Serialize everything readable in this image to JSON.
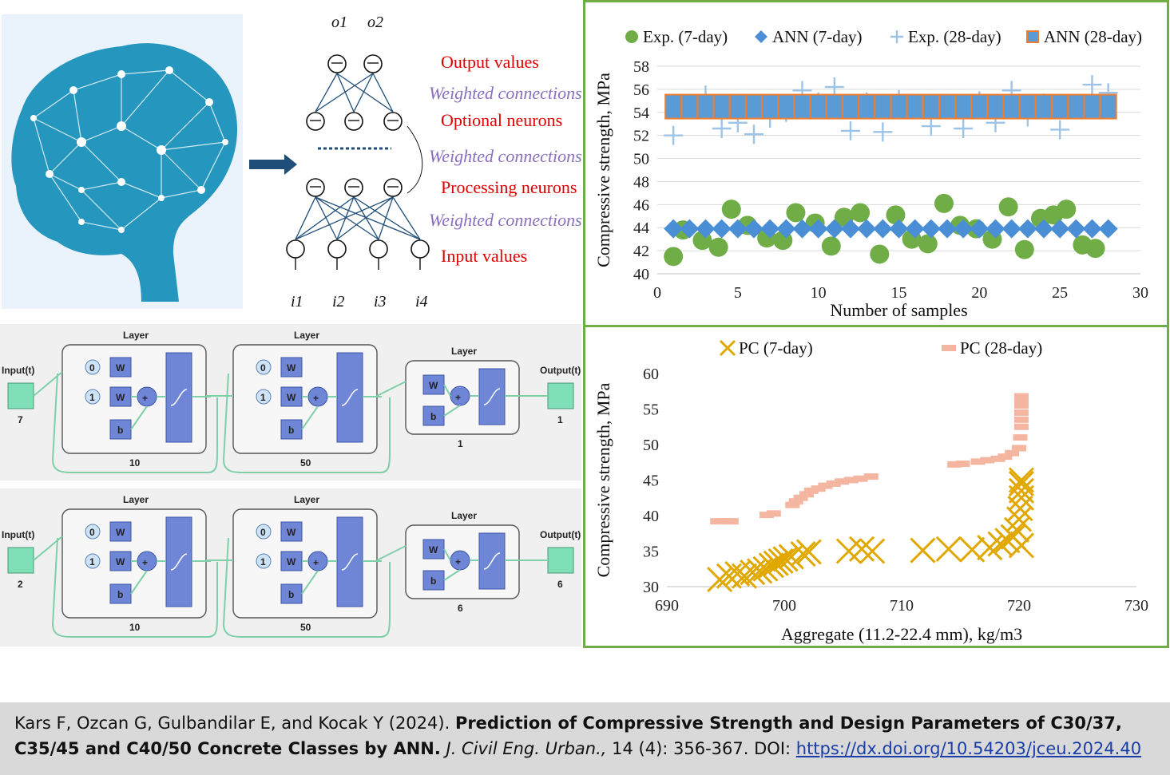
{
  "nn_diagram": {
    "output_labels": [
      "o1",
      "o2"
    ],
    "input_labels": [
      "i1",
      "i2",
      "i3",
      "i4"
    ],
    "annotations": [
      {
        "text": "Output values",
        "style": "red"
      },
      {
        "text": "Weighted connections",
        "style": "purple"
      },
      {
        "text": "Optional neurons",
        "style": "red"
      },
      {
        "text": "Weighted connections",
        "style": "purple"
      },
      {
        "text": "Processing neurons",
        "style": "red"
      },
      {
        "text": "Weighted connections",
        "style": "purple"
      },
      {
        "text": "Input values",
        "style": "red"
      }
    ]
  },
  "matlab_networks": [
    {
      "input_label": "Input(t)",
      "input_count": "7",
      "output_label": "Output(t)",
      "output_count": "1",
      "layers": [
        {
          "title": "Layer",
          "size": "10"
        },
        {
          "title": "Layer",
          "size": "50"
        },
        {
          "title": "Layer",
          "size": "1"
        }
      ],
      "block_labels": {
        "w": "W",
        "b": "b",
        "d0": "0",
        "d1": "1",
        "plus": "+"
      }
    },
    {
      "input_label": "Input(t)",
      "input_count": "2",
      "output_label": "Output(t)",
      "output_count": "6",
      "layers": [
        {
          "title": "Layer",
          "size": "10"
        },
        {
          "title": "Layer",
          "size": "50"
        },
        {
          "title": "Layer",
          "size": "6"
        }
      ],
      "block_labels": {
        "w": "W",
        "b": "b",
        "d0": "0",
        "d1": "1",
        "plus": "+"
      }
    }
  ],
  "chart_data": [
    {
      "type": "scatter",
      "xlabel": "Number of samples",
      "ylabel": "Compressive strength, MPa",
      "xlim": [
        0,
        30
      ],
      "ylim": [
        40,
        58
      ],
      "xticks": [
        "0",
        "5",
        "10",
        "15",
        "20",
        "25",
        "30"
      ],
      "yticks": [
        "40",
        "42",
        "44",
        "46",
        "48",
        "50",
        "52",
        "54",
        "56",
        "58"
      ],
      "grid": "horizontal",
      "legend_position": "top",
      "series": [
        {
          "name": "Exp. (7-day)",
          "marker": "circle",
          "color": "#70ad47",
          "x": [
            1,
            1.6,
            2.8,
            3.8,
            4.6,
            5.6,
            6.8,
            7.8,
            8.6,
            9.8,
            10.8,
            11.6,
            12.6,
            13.8,
            14.8,
            15.8,
            16.8,
            17.8,
            18.8,
            19.8,
            20.8,
            21.8,
            22.8,
            23.8,
            24.6,
            25.4,
            26.4,
            27.2
          ],
          "y": [
            41.5,
            43.8,
            42.9,
            42.3,
            45.6,
            44.2,
            43.1,
            42.9,
            45.3,
            44.4,
            42.4,
            44.9,
            45.3,
            41.7,
            45.1,
            43.0,
            42.6,
            46.1,
            44.2,
            43.9,
            43.0,
            45.8,
            42.1,
            44.8,
            45.1,
            45.6,
            42.5,
            42.2
          ]
        },
        {
          "name": "ANN (7-day)",
          "marker": "diamond",
          "color": "#4a8fd6",
          "x": [
            1,
            2,
            3,
            4,
            5,
            6,
            7,
            8,
            9,
            10,
            11,
            12,
            13,
            14,
            15,
            16,
            17,
            18,
            19,
            20,
            21,
            22,
            23,
            24,
            25,
            26,
            27,
            28
          ],
          "y": [
            43.9,
            43.9,
            43.9,
            43.9,
            43.9,
            43.9,
            43.9,
            43.9,
            43.9,
            43.9,
            43.9,
            43.9,
            43.9,
            43.9,
            43.9,
            43.9,
            43.9,
            43.9,
            43.9,
            43.9,
            43.9,
            43.9,
            43.9,
            43.9,
            43.9,
            43.9,
            43.9,
            43.9
          ]
        },
        {
          "name": "Exp. (28-day)",
          "marker": "plus",
          "color": "#9dc3e6",
          "x": [
            1,
            2,
            3,
            4,
            5,
            6,
            7,
            8,
            9,
            10,
            11,
            12,
            13,
            14,
            15,
            16,
            17,
            18,
            19,
            20,
            21,
            22,
            23,
            24,
            25,
            26,
            27,
            28
          ],
          "y": [
            52.0,
            54.6,
            55.5,
            52.6,
            53.1,
            52.1,
            53.5,
            54.0,
            55.9,
            54.9,
            56.2,
            52.4,
            54.9,
            52.3,
            55.1,
            54.6,
            52.8,
            54.7,
            52.6,
            55.0,
            53.1,
            55.9,
            53.6,
            54.8,
            52.5,
            54.3,
            56.4,
            55.7
          ]
        },
        {
          "name": "ANN (28-day)",
          "marker": "square",
          "color": "#5b9bd5",
          "edge": "#ed7d31",
          "x": [
            1,
            2,
            3,
            4,
            5,
            6,
            7,
            8,
            9,
            10,
            11,
            12,
            13,
            14,
            15,
            16,
            17,
            18,
            19,
            20,
            21,
            22,
            23,
            24,
            25,
            26,
            27,
            28
          ],
          "y": [
            54.5,
            54.5,
            54.5,
            54.5,
            54.5,
            54.5,
            54.5,
            54.5,
            54.5,
            54.5,
            54.5,
            54.5,
            54.5,
            54.5,
            54.5,
            54.5,
            54.5,
            54.5,
            54.5,
            54.5,
            54.5,
            54.5,
            54.5,
            54.5,
            54.5,
            54.5,
            54.5,
            54.5
          ]
        }
      ]
    },
    {
      "type": "scatter",
      "xlabel": "Aggregate (11.2-22.4 mm), kg/m3",
      "ylabel": "Compressive strength, MPa",
      "xlim": [
        690,
        730
      ],
      "ylim": [
        30,
        60
      ],
      "xticks": [
        "690",
        "700",
        "710",
        "720",
        "730"
      ],
      "yticks": [
        "30",
        "35",
        "40",
        "45",
        "50",
        "55",
        "60"
      ],
      "grid": "none",
      "legend_position": "top",
      "series": [
        {
          "name": "PC (7-day)",
          "marker": "x",
          "color": "#e0a800",
          "x": [
            694.5,
            695.3,
            696.0,
            696.6,
            697.3,
            697.9,
            698.4,
            698.9,
            699.3,
            699.7,
            700.1,
            700.6,
            701.6,
            702.1,
            705.5,
            706.6,
            707.5,
            711.8,
            714.0,
            716.0,
            717.5,
            718.4,
            719.0,
            719.5,
            719.8,
            720.0,
            720.1,
            720.2,
            720.2,
            720.2,
            720.2,
            720.2
          ],
          "y": [
            31.0,
            31.5,
            31.8,
            31.5,
            32.0,
            32.2,
            32.5,
            33.0,
            33.3,
            33.6,
            33.9,
            34.2,
            34.6,
            34.9,
            35.0,
            35.3,
            35.0,
            35.1,
            35.3,
            35.2,
            35.5,
            36.0,
            36.5,
            37.0,
            38.0,
            39.5,
            41.0,
            42.5,
            43.5,
            44.5,
            45.0,
            35.8
          ]
        },
        {
          "name": "PC (28-day)",
          "marker": "square",
          "color": "#f4b6a0",
          "x": [
            694.3,
            694.9,
            695.5,
            698.5,
            699.1,
            700.7,
            701.0,
            701.4,
            701.9,
            702.3,
            702.9,
            703.5,
            704.2,
            704.9,
            705.7,
            706.5,
            707.4,
            714.5,
            715.2,
            716.5,
            717.3,
            718.2,
            718.8,
            719.4,
            720.0,
            720.1,
            720.2,
            720.2,
            720.2,
            720.2,
            720.2,
            720.2
          ],
          "y": [
            39.2,
            39.2,
            39.2,
            40.1,
            40.3,
            41.5,
            42.0,
            42.5,
            43.0,
            43.5,
            43.8,
            44.2,
            44.5,
            44.8,
            45.0,
            45.2,
            45.5,
            47.2,
            47.3,
            47.6,
            47.8,
            48.0,
            48.3,
            48.8,
            49.5,
            51.0,
            52.5,
            53.5,
            54.5,
            55.5,
            56.2,
            56.8
          ]
        }
      ]
    }
  ],
  "citation": {
    "authors_year": "Kars F, Ozcan G, Gulbandilar E, and Kocak Y (2024). ",
    "title_line1": "Prediction of Compressive Strength and Design Parameters of C30/37,",
    "title_line2": "C35/45 and C40/50 Concrete Classes by ANN.",
    "journal": "J. Civil Eng. Urban.,",
    "volume_pages": " 14 (4): 356-367. DOI: ",
    "doi_url": "https://dx.doi.org/10.54203/jceu.2024.40"
  },
  "colors": {
    "panel_border": "#70ad47",
    "brain": "#2596be",
    "arrow": "#1f4e79",
    "matlab_block": "#6f86d6",
    "matlab_wire": "#7fcfa8",
    "citation_bg": "#d9d9d9"
  }
}
